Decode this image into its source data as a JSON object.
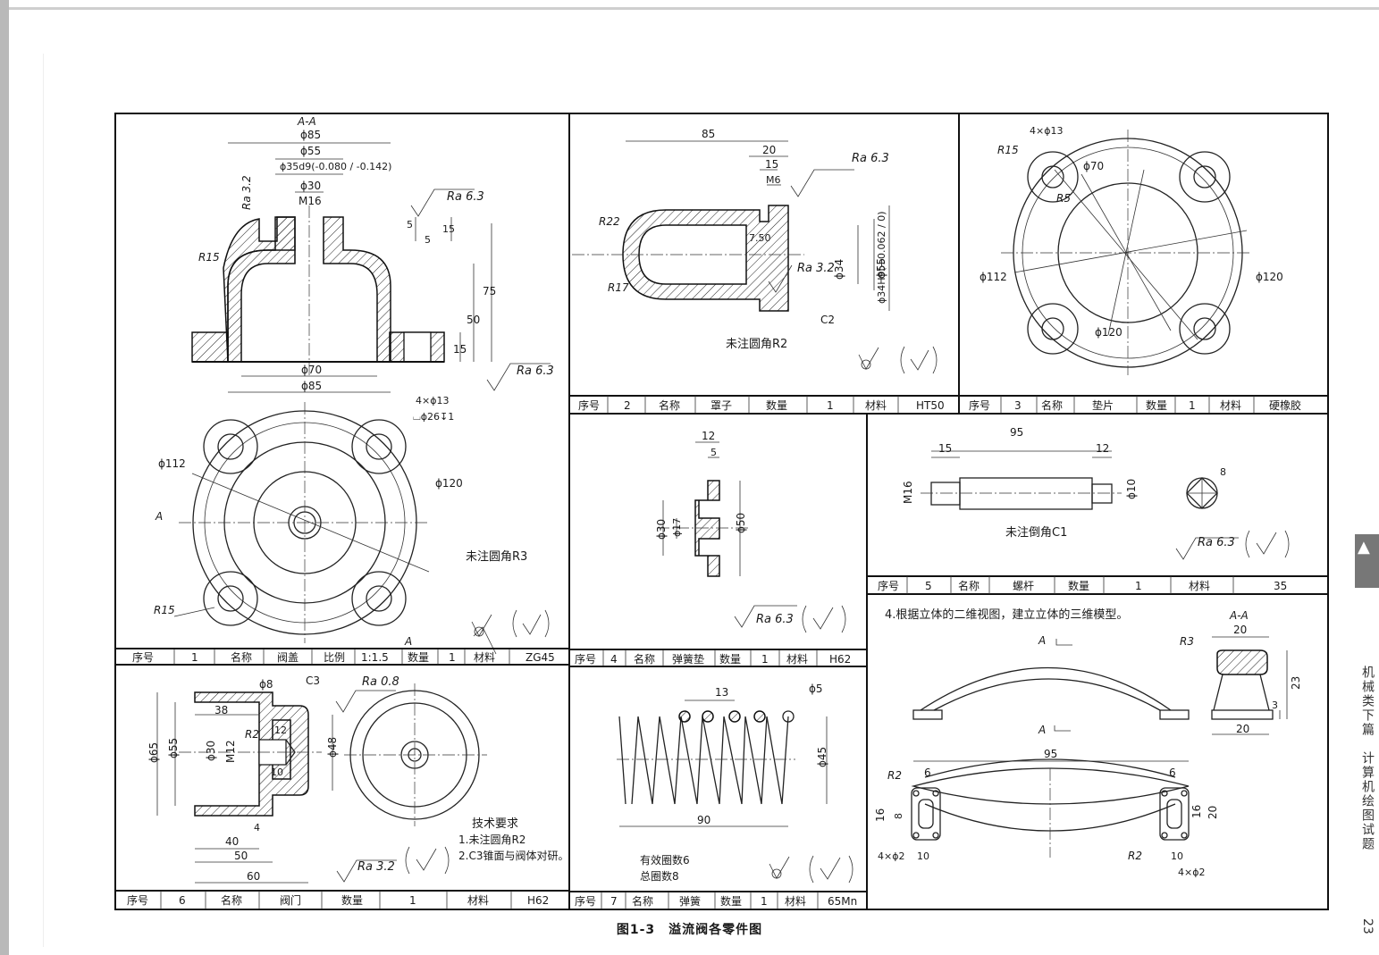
{
  "caption": "图1-3　溢流阀各零件图",
  "side": {
    "chapter": "机械类下篇　计算机绘图试题",
    "page": "23",
    "tab_icon": "book-tab-icon"
  },
  "parts": {
    "p1": {
      "section": "A-A",
      "dims": [
        "ϕ85",
        "ϕ55",
        "ϕ35d9(-0.080 / -0.142)",
        "ϕ30",
        "M16",
        "Ra 3.2",
        "R15",
        "5",
        "5",
        "15",
        "75",
        "50",
        "15",
        "ϕ70",
        "ϕ85",
        "Ra 6.3",
        "Ra 6.3",
        "4×ϕ13",
        "⌴ϕ26↧1",
        "ϕ112",
        "ϕ120",
        "R15",
        "A",
        "A"
      ],
      "note": "未注圆角R3",
      "title": [
        "序号",
        "1",
        "名称",
        "阀盖",
        "比例",
        "1:1.5",
        "数量",
        "1",
        "材料",
        "ZG45"
      ]
    },
    "p2": {
      "dims": [
        "85",
        "20",
        "15",
        "M6",
        "Ra 6.3",
        "R22",
        "7.50",
        "ϕ34",
        "ϕ34H9(+0.062 / 0)",
        "ϕ55",
        "R17",
        "Ra 3.2",
        "C2"
      ],
      "note": "未注圆角R2",
      "title": [
        "序号",
        "2",
        "名称",
        "罩子",
        "数量",
        "1",
        "材料",
        "HT50"
      ]
    },
    "p3": {
      "dims": [
        "4×ϕ13",
        "R15",
        "ϕ70",
        "R5",
        "ϕ112",
        "ϕ120",
        "ϕ120"
      ],
      "title": [
        "序号",
        "3",
        "名称",
        "垫片",
        "数量",
        "1",
        "材料",
        "硬橡胶"
      ]
    },
    "p4": {
      "dims": [
        "12",
        "5",
        "ϕ30",
        "ϕ17",
        "ϕ50",
        "Ra 6.3"
      ],
      "title": [
        "序号",
        "4",
        "名称",
        "弹簧垫",
        "数量",
        "1",
        "材料",
        "H62"
      ]
    },
    "p5": {
      "dims": [
        "95",
        "15",
        "12",
        "M16",
        "ϕ10",
        "8",
        "Ra 6.3"
      ],
      "note": "未注倒角C1",
      "title": [
        "序号",
        "5",
        "名称",
        "螺杆",
        "数量",
        "1",
        "材料",
        "35"
      ]
    },
    "p6": {
      "dims": [
        "ϕ8",
        "C3",
        "Ra 0.8",
        "38",
        "R2",
        "12",
        "M12",
        "ϕ30",
        "ϕ55",
        "ϕ65",
        "10",
        "ϕ48",
        "4",
        "40",
        "50",
        "60",
        "Ra 3.2"
      ],
      "req_title": "技术要求",
      "req1": "1.未注圆角R2",
      "req2": "2.C3锥面与阀体对研。",
      "title": [
        "序号",
        "6",
        "名称",
        "阀门",
        "数量",
        "1",
        "材料",
        "H62"
      ]
    },
    "p7": {
      "dims": [
        "13",
        "ϕ5",
        "ϕ45",
        "90"
      ],
      "note1": "有效圈数6",
      "note2": "总圈数8",
      "title": [
        "序号",
        "7",
        "名称",
        "弹簧",
        "数量",
        "1",
        "材料",
        "65Mn"
      ]
    },
    "p8": {
      "task": "4.根据立体的二维视图，建立立体的三维模型。",
      "dims": [
        "A",
        "A",
        "A-A",
        "20",
        "R3",
        "23",
        "3",
        "20",
        "95",
        "6",
        "6",
        "R2",
        "16",
        "8",
        "16",
        "20",
        "4×ϕ2",
        "10",
        "R2",
        "10",
        "4×ϕ2"
      ]
    }
  }
}
